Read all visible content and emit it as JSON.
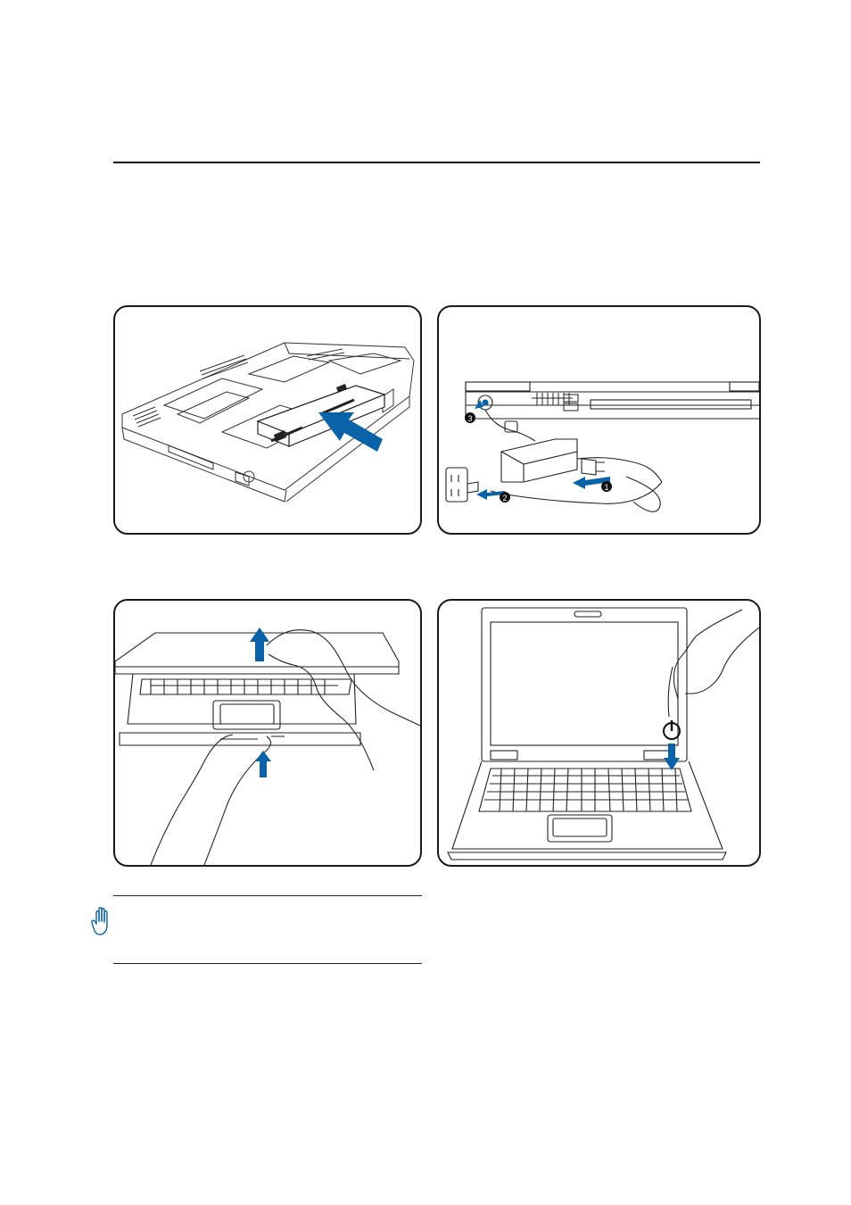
{
  "page": {
    "panels": [
      {
        "name": "battery-insert-illustration",
        "icon": "battery-pack-arrow-icon"
      },
      {
        "name": "power-adapter-illustration",
        "icon": "power-adapter-icon",
        "step_labels": [
          "❶",
          "❷",
          "❸"
        ]
      },
      {
        "name": "open-lid-illustration",
        "icon": "lid-open-arrow-icon"
      },
      {
        "name": "power-on-illustration",
        "icon": "power-button-icon"
      }
    ],
    "note": {
      "icon": "caution-hand-icon"
    },
    "colors": {
      "accent": "#0a63a8",
      "line": "#1a1a1a"
    }
  }
}
